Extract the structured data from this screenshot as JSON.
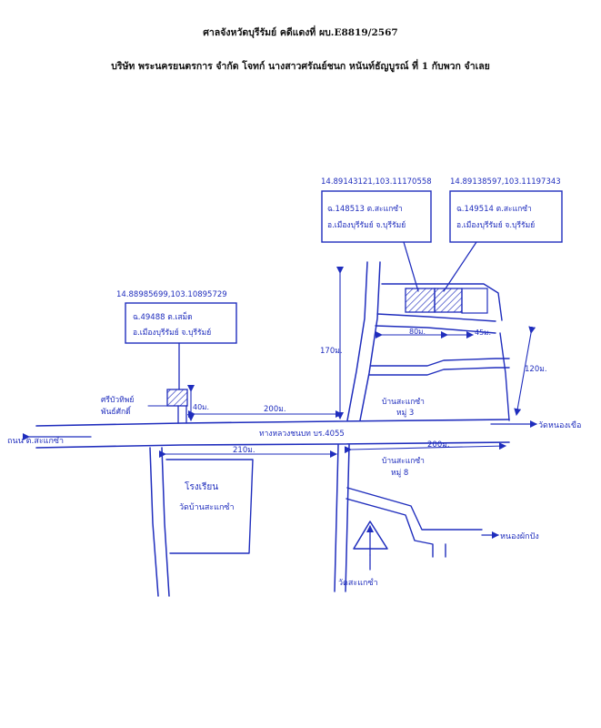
{
  "header": {
    "court_line": "ศาลจังหวัดบุรีรัมย์ คดีแดงที่ ผบ.E8819/2567",
    "party_line": "บริษัท พระนครยนตรการ จำกัด โจทก์ นางสาวศรัณย์ชนก หนันท์ธัญบูรณ์ ที่ 1 กับพวก จำเลย"
  },
  "parcels": {
    "left": {
      "coords": "14.88985699,103.10895729",
      "line1": "ฉ.49488 ต.เสม็ด",
      "line2": "อ.เมืองบุรีรัมย์ จ.บุรีรัมย์"
    },
    "center": {
      "coords": "14.89143121,103.11170558",
      "line1": "ฉ.148513 ต.สะแกซำ",
      "line2": "อ.เมืองบุรีรัมย์ จ.บุรีรัมย์"
    },
    "right": {
      "coords": "14.89138597,103.11197343",
      "line1": "ฉ.149514 ต.สะแกซำ",
      "line2": "อ.เมืองบุรีรัมย์ จ.บุรีรัมย์"
    }
  },
  "labels": {
    "highway": "ทางหลวงชนบท บร.4055",
    "west_dest": "ถนน ต.สะแกซำ",
    "east_dest": "วัดหนองเขือ",
    "south_east_dest": "หนองผักปัง",
    "left_landmark_line1": "ศรีบัวทิพย์",
    "left_landmark_line2": "พันธ์ศักดิ์",
    "village_north_line1": "บ้านสะแกซำ",
    "village_north_line2": "หมู่ 3",
    "village_south_line1": "บ้านสะแกซำ",
    "village_south_line2": "หมู่ 8",
    "school_line1": "โรงเรียน",
    "school_line2": "วัดบ้านสะแกซำ",
    "temple": "วัดสะแกซำ"
  },
  "distances": {
    "d_40m": "40ม.",
    "d_200m_left": "200ม.",
    "d_170m": "170ม.",
    "d_80m": "80ม.",
    "d_45m": "45ม.",
    "d_120m": "120ม.",
    "d_210m": "210ม.",
    "d_200m_right": "200ม."
  },
  "colors": {
    "ink": "#1f2dbd",
    "text": "#111111"
  }
}
